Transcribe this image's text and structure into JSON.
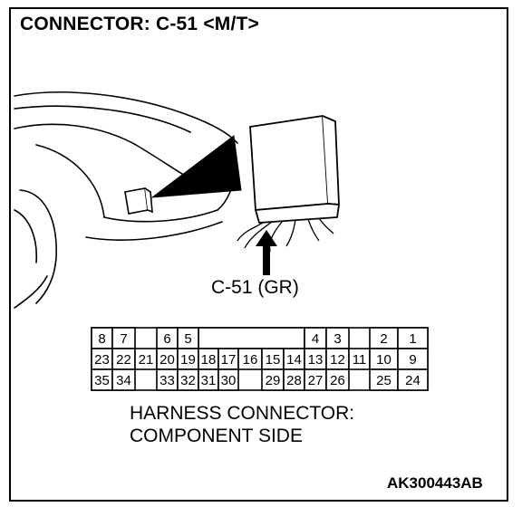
{
  "title": "CONNECTOR: C-51 <M/T>",
  "connector_label": "C-51 (GR)",
  "caption": {
    "line1": "HARNESS CONNECTOR:",
    "line2": "COMPONENT SIDE"
  },
  "figure_code": "AK300443AB",
  "pins": {
    "row1": [
      {
        "label": "8"
      },
      {
        "label": "7"
      },
      {
        "label": ""
      },
      {
        "label": "6"
      },
      {
        "label": "5"
      },
      {
        "label": ""
      },
      {
        "label": ""
      },
      {
        "label": ""
      },
      {
        "label": ""
      },
      {
        "label": ""
      },
      {
        "label": "4"
      },
      {
        "label": "3"
      },
      {
        "label": ""
      },
      {
        "label": "2"
      },
      {
        "label": "1"
      }
    ],
    "row2": [
      {
        "label": "23"
      },
      {
        "label": "22"
      },
      {
        "label": "21"
      },
      {
        "label": "20"
      },
      {
        "label": "19"
      },
      {
        "label": "18"
      },
      {
        "label": "17"
      },
      {
        "label": "16"
      },
      {
        "label": "15"
      },
      {
        "label": "14"
      },
      {
        "label": "13"
      },
      {
        "label": "12"
      },
      {
        "label": "11"
      },
      {
        "label": "10"
      },
      {
        "label": "9"
      }
    ],
    "row3": [
      {
        "label": "35"
      },
      {
        "label": "34"
      },
      {
        "label": ""
      },
      {
        "label": "33"
      },
      {
        "label": "32"
      },
      {
        "label": "31"
      },
      {
        "label": "30"
      },
      {
        "label": ""
      },
      {
        "label": "29"
      },
      {
        "label": "28"
      },
      {
        "label": "27"
      },
      {
        "label": "26"
      },
      {
        "label": ""
      },
      {
        "label": "25"
      },
      {
        "label": "24"
      }
    ]
  }
}
